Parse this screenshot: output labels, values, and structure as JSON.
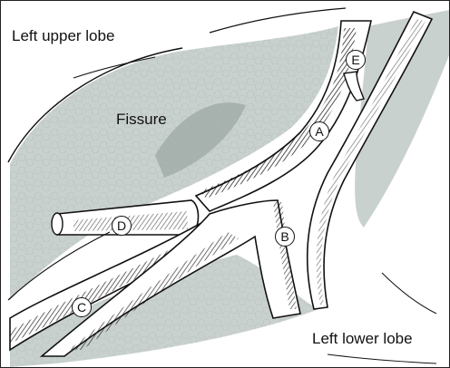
{
  "labels": {
    "upper_lobe": "Left upper lobe",
    "fissure": "Fissure",
    "lower_lobe": "Left lower lobe"
  },
  "markers": {
    "a": "A",
    "b": "B",
    "c": "C",
    "d": "D",
    "e": "E"
  },
  "colors": {
    "lung_tissue": "#c9d1cf",
    "vessel_shadow": "#1e1e1e",
    "ink": "#111111"
  }
}
